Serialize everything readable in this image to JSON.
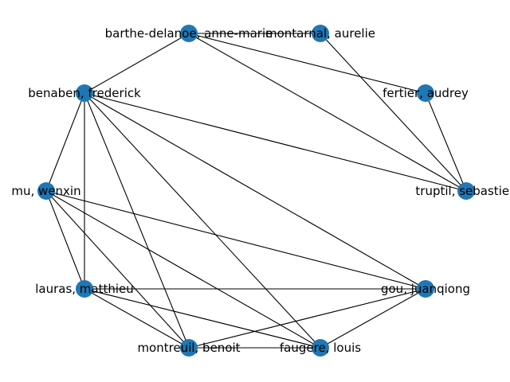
{
  "graph": {
    "node_color": "#1f77b4",
    "edge_color": "#000000",
    "nodes": [
      {
        "id": "barthe",
        "label": "barthe-delanoe, anne-marie"
      },
      {
        "id": "montarnal",
        "label": "montarnal, aurelie"
      },
      {
        "id": "benaben",
        "label": "benaben, frederick"
      },
      {
        "id": "fertier",
        "label": "fertier, audrey"
      },
      {
        "id": "mu",
        "label": "mu, wenxin"
      },
      {
        "id": "truptil",
        "label": "truptil, sebastien"
      },
      {
        "id": "lauras",
        "label": "lauras, matthieu"
      },
      {
        "id": "gou",
        "label": "gou, juanqiong"
      },
      {
        "id": "montreuil",
        "label": "montreuil, benoit"
      },
      {
        "id": "faugere",
        "label": "faugere, louis"
      }
    ],
    "edges": [
      [
        "barthe",
        "montarnal"
      ],
      [
        "barthe",
        "fertier"
      ],
      [
        "barthe",
        "truptil"
      ],
      [
        "barthe",
        "benaben"
      ],
      [
        "montarnal",
        "truptil"
      ],
      [
        "fertier",
        "truptil"
      ],
      [
        "benaben",
        "truptil"
      ],
      [
        "benaben",
        "mu"
      ],
      [
        "benaben",
        "lauras"
      ],
      [
        "benaben",
        "montreuil"
      ],
      [
        "benaben",
        "faugere"
      ],
      [
        "benaben",
        "gou"
      ],
      [
        "mu",
        "lauras"
      ],
      [
        "mu",
        "montreuil"
      ],
      [
        "mu",
        "faugere"
      ],
      [
        "mu",
        "gou"
      ],
      [
        "lauras",
        "gou"
      ],
      [
        "lauras",
        "montreuil"
      ],
      [
        "lauras",
        "faugere"
      ],
      [
        "montreuil",
        "faugere"
      ],
      [
        "montreuil",
        "gou"
      ],
      [
        "faugere",
        "gou"
      ]
    ]
  }
}
